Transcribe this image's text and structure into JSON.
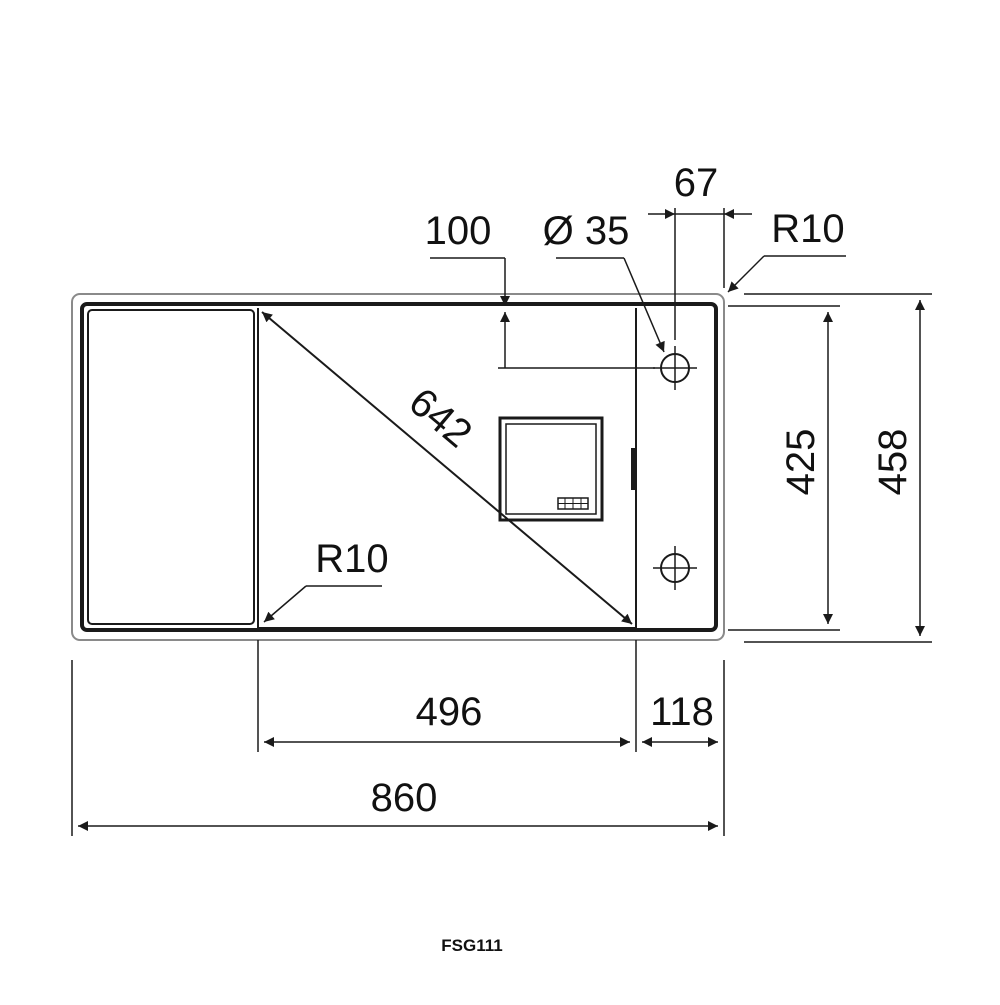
{
  "drawing": {
    "model": "FSG111",
    "dimensions": {
      "overall_width": "860",
      "overall_depth": "458",
      "bowl_depth": "425",
      "bowl_width": "496",
      "tap_ledge_width": "118",
      "diagonal": "642",
      "tap_hole_offset": "100",
      "tap_hole_diameter": "Ø 35",
      "tap_hole_edge_offset": "67",
      "corner_radius_outer": "R10",
      "corner_radius_bowl": "R10"
    },
    "colors": {
      "line": "#1a1a1a",
      "light_line": "#8a8a8a",
      "background": "#ffffff"
    }
  }
}
